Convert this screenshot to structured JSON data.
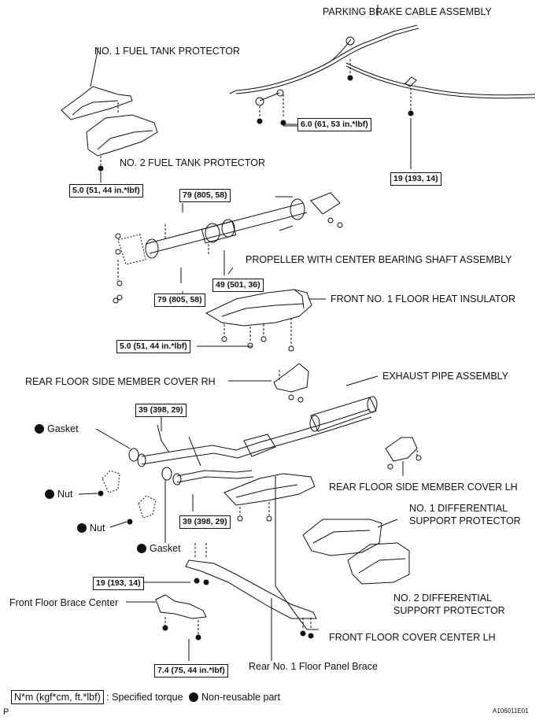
{
  "labels": {
    "parking_brake_cable": "PARKING BRAKE CABLE ASSEMBLY",
    "fuel_tank_protector_1": "NO. 1 FUEL TANK PROTECTOR",
    "fuel_tank_protector_2": "NO. 2 FUEL TANK PROTECTOR",
    "propeller_shaft": "PROPELLER WITH CENTER BEARING SHAFT ASSEMBLY",
    "front_floor_heat_insulator": "FRONT NO. 1 FLOOR HEAT INSULATOR",
    "rear_floor_cover_rh": "REAR FLOOR SIDE MEMBER COVER RH",
    "exhaust_pipe": "EXHAUST PIPE ASSEMBLY",
    "gasket_upper": "Gasket",
    "nut_upper": "Nut",
    "nut_lower": "Nut",
    "gasket_lower": "Gasket",
    "rear_floor_cover_lh": "REAR FLOOR SIDE MEMBER COVER LH",
    "diff_protector_1_line1": "NO. 1 DIFFERENTIAL",
    "diff_protector_1_line2": "SUPPORT PROTECTOR",
    "diff_protector_2_line1": "NO. 2 DIFFERENTIAL",
    "diff_protector_2_line2": "SUPPORT PROTECTOR",
    "front_floor_brace_center": "Front Floor Brace Center",
    "front_floor_cover_center_lh": "FRONT FLOOR COVER CENTER LH",
    "rear_floor_panel_brace": "Rear No. 1 Floor Panel Brace"
  },
  "torques": {
    "t_6_0": "6.0 (61, 53 in.*lbf)",
    "t_19_top": "19 (193, 14)",
    "t_5_0_top": "5.0 (51, 44 in.*lbf)",
    "t_79_top": "79 (805, 58)",
    "t_49": "49 (501, 36)",
    "t_79_bottom": "79 (805, 58)",
    "t_5_0_mid": "5.0 (51, 44 in.*lbf)",
    "t_39_top": "39 (398, 29)",
    "t_39_bottom": "39 (398, 29)",
    "t_19_bottom": "19 (193, 14)",
    "t_7_4": "7.4 (75, 44 in.*lbf)"
  },
  "legend": {
    "unit_box": "N*m (kgf*cm, ft.*lbf)",
    "specified": ": Specified torque",
    "non_reusable": "Non-reusable part"
  },
  "footer": {
    "page_letter": "P",
    "figure_id": "A106011E01"
  }
}
